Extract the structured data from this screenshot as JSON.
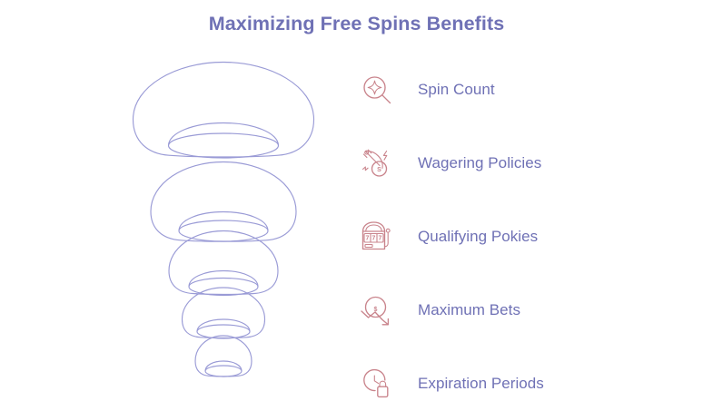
{
  "page": {
    "title": "Maximizing Free Spins Benefits",
    "background_color": "#ffffff",
    "accent_text_color": "#6f71b5",
    "icon_color": "#c9848c",
    "funnel_stroke_color": "#9a9bd6"
  },
  "funnel": {
    "name": "stacked-torus-funnel",
    "segment_count": 5,
    "segments": [
      {
        "order": 1,
        "label": "Spin Count"
      },
      {
        "order": 2,
        "label": "Wagering Policies"
      },
      {
        "order": 3,
        "label": "Qualifying Pokies"
      },
      {
        "order": 4,
        "label": "Maximum Bets"
      },
      {
        "order": 5,
        "label": "Expiration Periods"
      }
    ]
  },
  "legend": {
    "items": [
      {
        "label": "Spin Count",
        "icon": "magnifier-sparkle-icon"
      },
      {
        "label": "Wagering Policies",
        "icon": "rocket-dollar-icon"
      },
      {
        "label": "Qualifying Pokies",
        "icon": "slot-machine-777-icon"
      },
      {
        "label": "Maximum Bets",
        "icon": "dollar-trend-down-icon"
      },
      {
        "label": "Expiration Periods",
        "icon": "clock-lock-icon"
      }
    ]
  }
}
